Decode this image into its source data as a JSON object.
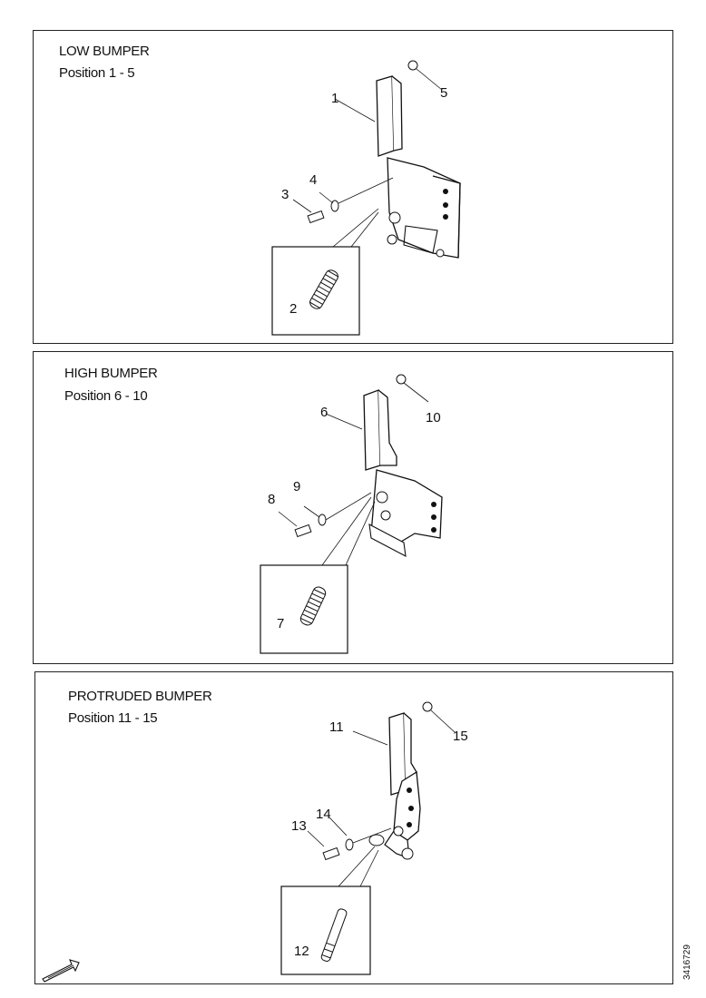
{
  "panels": [
    {
      "title": "LOW BUMPER",
      "subtitle": "Position 1 - 5",
      "callouts": [
        "1",
        "2",
        "3",
        "4",
        "5"
      ]
    },
    {
      "title": "HIGH BUMPER",
      "subtitle": "Position 6 - 10",
      "callouts": [
        "6",
        "7",
        "8",
        "9",
        "10"
      ]
    },
    {
      "title": "PROTRUDED BUMPER",
      "subtitle": "Position 11 - 15",
      "callouts": [
        "11",
        "12",
        "13",
        "14",
        "15"
      ]
    }
  ],
  "document_number": "3416729",
  "icons": [
    "front-direction-arrow-icon"
  ]
}
